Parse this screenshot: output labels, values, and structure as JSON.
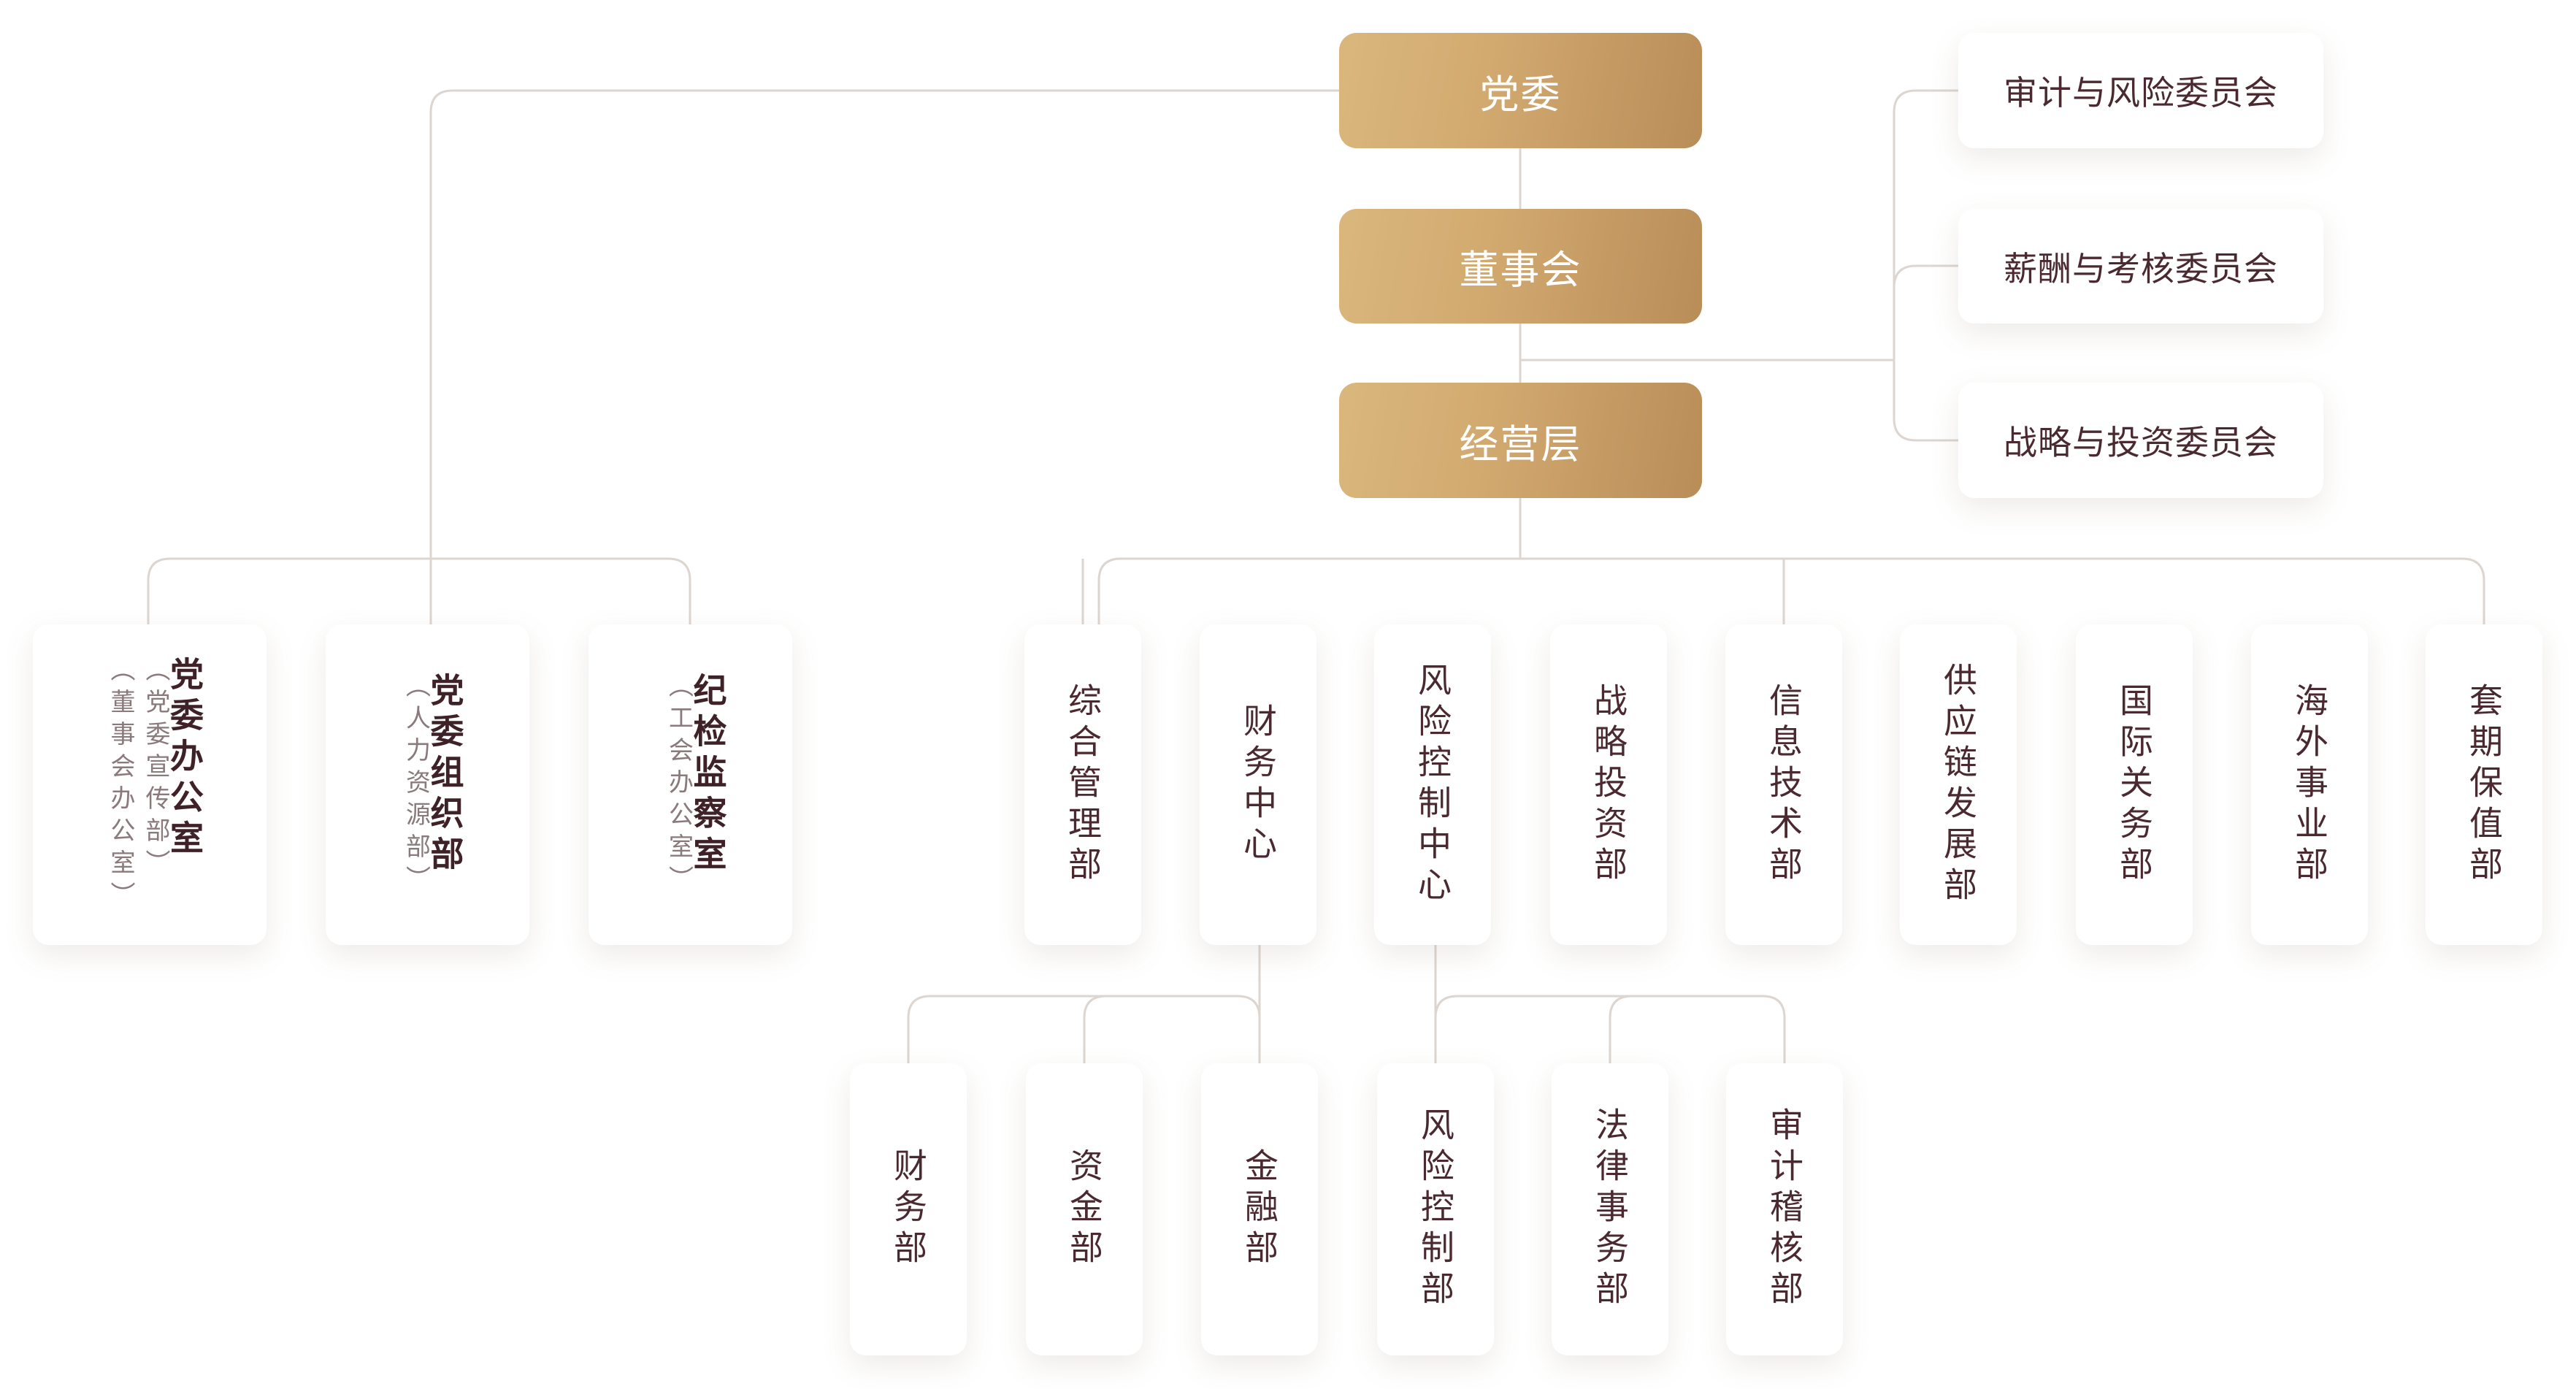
{
  "chart": {
    "top_level": [
      {
        "id": "party",
        "label": "党委"
      },
      {
        "id": "board",
        "label": "董事会"
      },
      {
        "id": "management",
        "label": "经营层"
      }
    ],
    "committees": [
      {
        "label": "审计与风险委员会"
      },
      {
        "label": "薪酬与考核委员会"
      },
      {
        "label": "战略与投资委员会"
      }
    ],
    "party_departments": [
      {
        "label": "党委办公室",
        "aliases": [
          "董事会办公室",
          "党委宣传部"
        ]
      },
      {
        "label": "党委组织部",
        "aliases": [
          "人力资源部"
        ]
      },
      {
        "label": "纪检监察室",
        "aliases": [
          "工会办公室"
        ]
      }
    ],
    "management_departments": [
      {
        "label": "综合管理部"
      },
      {
        "label": "财务中心"
      },
      {
        "label": "风险控制中心"
      },
      {
        "label": "战略投资部"
      },
      {
        "label": "信息技术部"
      },
      {
        "label": "供应链发展部"
      },
      {
        "label": "国际关务部"
      },
      {
        "label": "海外事业部"
      },
      {
        "label": "套期保值部"
      }
    ],
    "finance_center_units": [
      {
        "label": "财务部"
      },
      {
        "label": "资金部"
      },
      {
        "label": "金融部"
      }
    ],
    "risk_center_units": [
      {
        "label": "风险控制部"
      },
      {
        "label": "法律事务部"
      },
      {
        "label": "审计稽核部"
      }
    ]
  },
  "colors": {
    "gold_start": "#dab77d",
    "gold_end": "#b98d58",
    "text_dark": "#4a2a30",
    "text_muted": "#8a7a7c",
    "connector": "#ddd6d0"
  }
}
